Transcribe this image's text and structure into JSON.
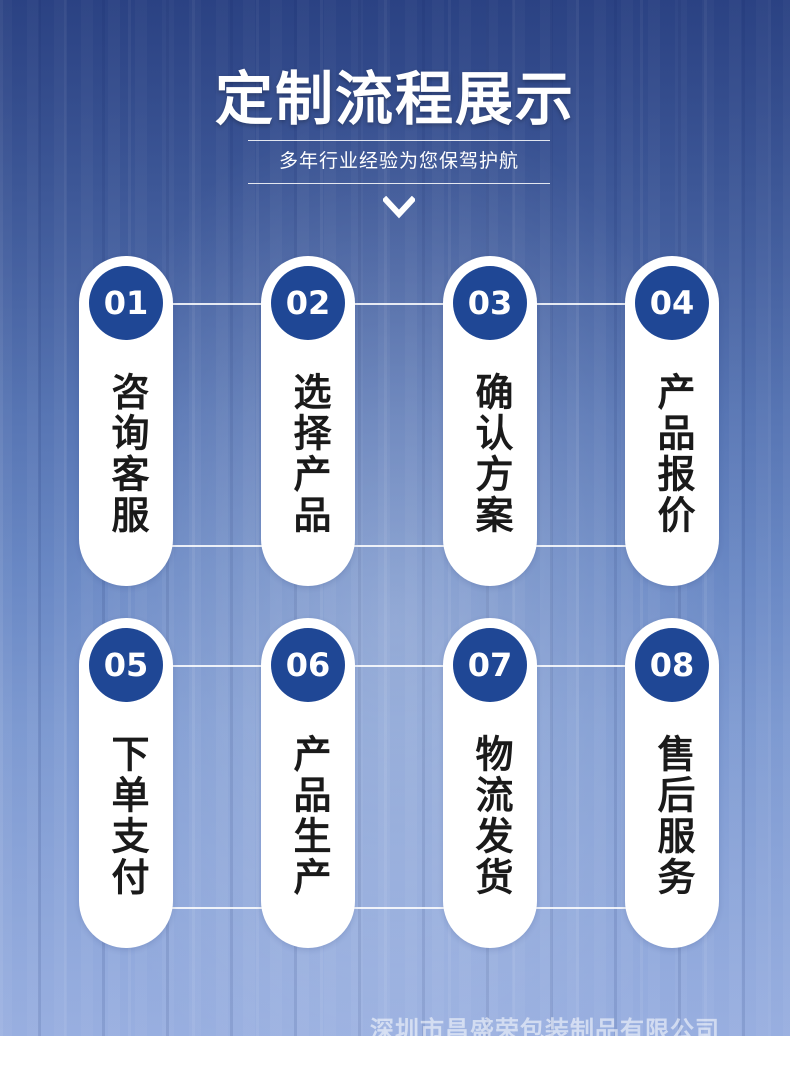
{
  "header": {
    "title": "定制流程展示",
    "subtitle": "多年行业经验为您保驾护航"
  },
  "steps": [
    {
      "number": "01",
      "label": "咨询客服"
    },
    {
      "number": "02",
      "label": "选择产品"
    },
    {
      "number": "03",
      "label": "确认方案"
    },
    {
      "number": "04",
      "label": "产品报价"
    },
    {
      "number": "05",
      "label": "下单支付"
    },
    {
      "number": "06",
      "label": "产品生产"
    },
    {
      "number": "07",
      "label": "物流发货"
    },
    {
      "number": "08",
      "label": "售后服务"
    }
  ],
  "footer": {
    "watermark": "深圳市昌盛荣包装制品有限公司"
  },
  "colors": {
    "badge": "#1f4795",
    "card": "#ffffff",
    "title": "#ffffff"
  },
  "icons": {
    "chevron": "chevron-down-icon"
  }
}
